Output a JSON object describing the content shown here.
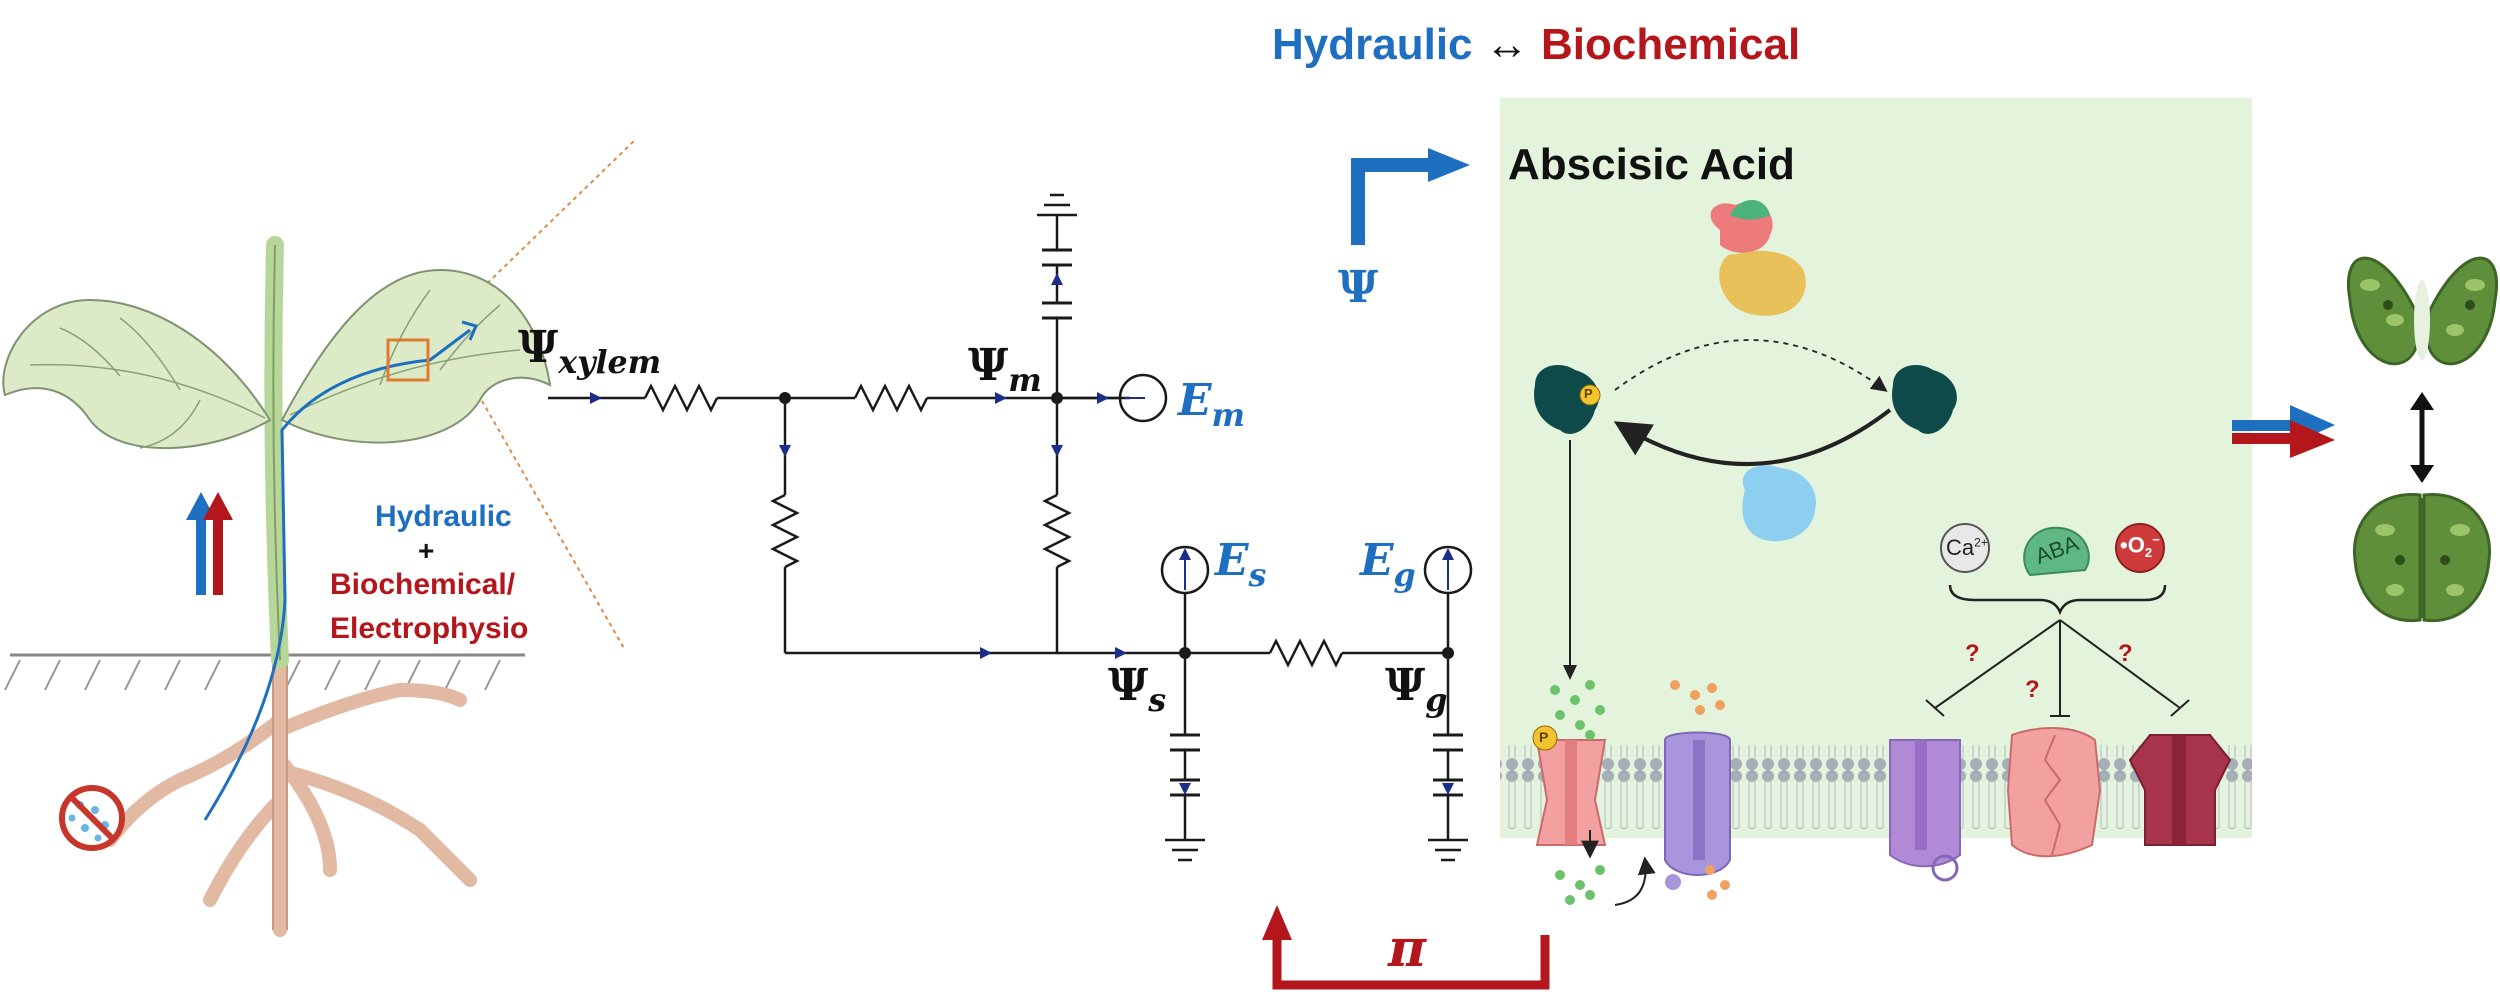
{
  "header": {
    "hydraulic": "Hydraulic",
    "arrow": "↔",
    "biochemical": "Biochemical"
  },
  "plant": {
    "label_hydraulic": "Hydraulic",
    "label_plus": "+",
    "label_biochem_line1": "Biochemical/",
    "label_biochem_line2": "Electrophysio"
  },
  "circuit": {
    "psi_xylem": {
      "symbol": "Ψ",
      "sub": "xylem"
    },
    "psi_m": {
      "symbol": "Ψ",
      "sub": "m"
    },
    "psi_s": {
      "symbol": "Ψ",
      "sub": "s"
    },
    "psi_g": {
      "symbol": "Ψ",
      "sub": "g"
    },
    "e_m": {
      "symbol": "E",
      "sub": "m"
    },
    "e_s": {
      "symbol": "E",
      "sub": "s"
    },
    "e_g": {
      "symbol": "E",
      "sub": "g"
    }
  },
  "panel": {
    "title": "Abscisic Acid",
    "psi_label": "Ψ",
    "pi_label": "π",
    "phospho": "P",
    "ca": "Ca",
    "ca_sup": "2+",
    "aba": "ABA",
    "ros": "•O",
    "ros_sup": "−",
    "ros_sub": "2",
    "q1": "?",
    "q2": "?",
    "q3": "?"
  },
  "colors": {
    "hydraulic": "#1f6fc0",
    "biochemical": "#b3171c",
    "panel_bg": "#e3f3dc",
    "circuit_wire": "#1a1a1a",
    "circuit_arrow": "#1d2e8a"
  }
}
